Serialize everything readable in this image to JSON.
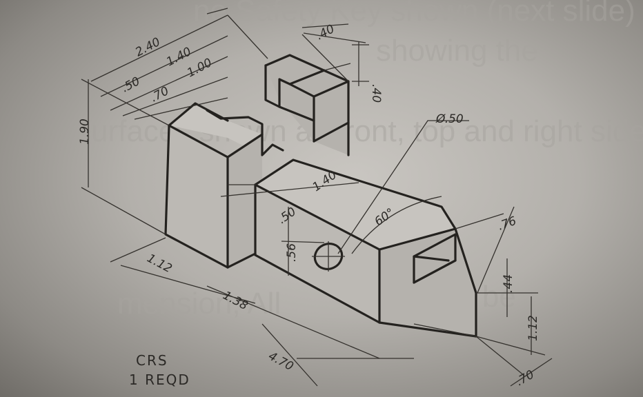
{
  "background_text": [
    "ne Safety Key shown (next slide)",
    "showing the",
    "surfaces shown as front, top and right side",
    "mension, All",
    "to be"
  ],
  "dimensions": {
    "overall_width": "2.40",
    "step_1": "1.40",
    "step_2": "1.00",
    "step_3": ".50",
    "step_4": ".70",
    "top_width": ".40",
    "top_height": ".40",
    "height": "1.90",
    "hole_diameter": "Ø.50",
    "nose_length": "1.40",
    "nose_offset": ".50",
    "hole_height": ".56",
    "angle": "60°",
    "chamfer": ".76",
    "slot_depth": ".44",
    "nose_height": "1.12",
    "base_depth": "1.12",
    "base_length": "1.38",
    "total_length": "4.70",
    "tip": ".70"
  },
  "notes": {
    "material": "CRS",
    "quantity": "1 REQD"
  },
  "colors": {
    "paper": "#c9c6c1",
    "ink": "#24221f"
  }
}
